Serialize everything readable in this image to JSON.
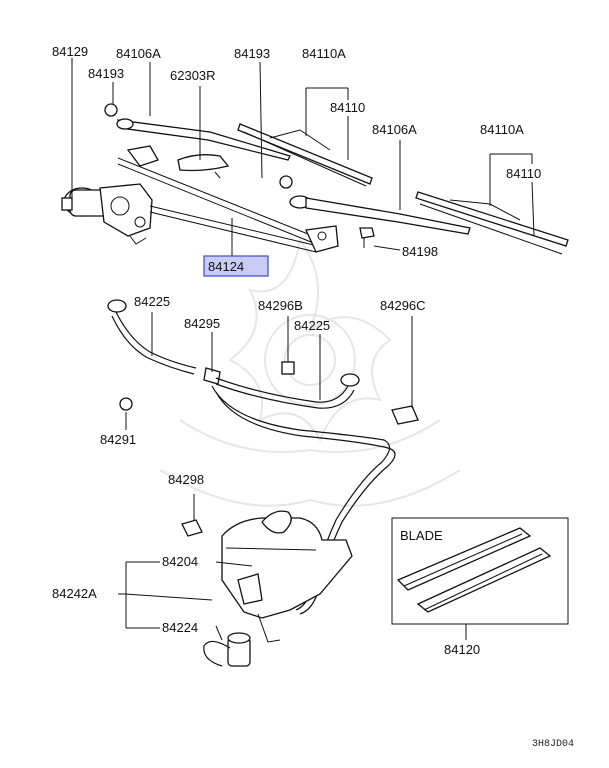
{
  "labels": {
    "p84129": "84129",
    "p84106A_1": "84106A",
    "p84193_1": "84193",
    "p62303R": "62303R",
    "p84193_2": "84193",
    "p84110A_1": "84110A",
    "p84110_1": "84110",
    "p84106A_2": "84106A",
    "p84110A_2": "84110A",
    "p84110_2": "84110",
    "p84124": "84124",
    "p84198": "84198",
    "p84225_1": "84225",
    "p84295": "84295",
    "p84296B": "84296B",
    "p84225_2": "84225",
    "p84296C": "84296C",
    "p84291": "84291",
    "p84298": "84298",
    "p84204": "84204",
    "p84242A": "84242A",
    "p84224": "84224",
    "blade_title": "BLADE",
    "p84120": "84120"
  },
  "diagram_code": "3H8JD04",
  "colors": {
    "highlight_fill": "#c9cdf5",
    "highlight_stroke": "#3b4bc8"
  }
}
